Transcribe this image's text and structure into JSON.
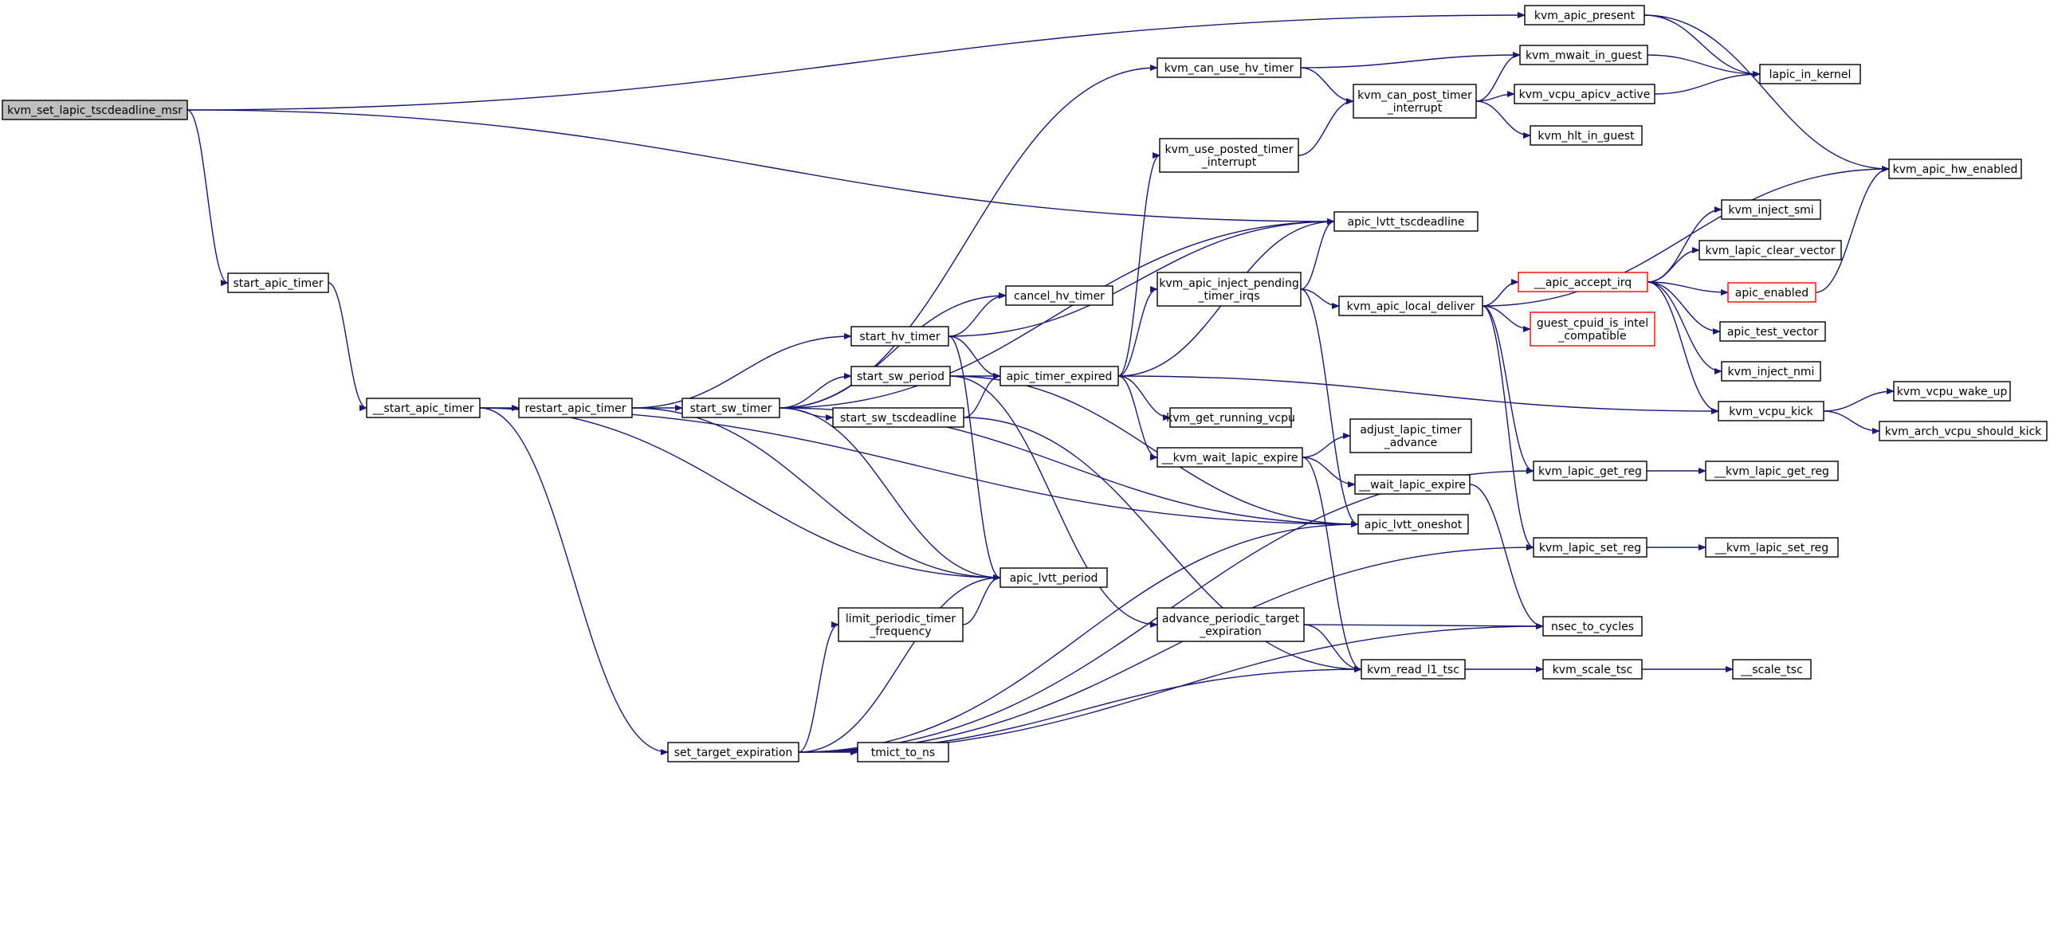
{
  "colors": {
    "edge": "#191970",
    "root_fill": "#bfbfbf",
    "node_border": "#000000",
    "truncated_border": "#ff0000",
    "background": "#ffffff"
  },
  "nodes": [
    {
      "id": "kvm_set_lapic_tscdeadline_msr",
      "lines": [
        "kvm_set_lapic_tscdeadline_msr"
      ],
      "root": true
    },
    {
      "id": "start_apic_timer",
      "lines": [
        "start_apic_timer"
      ]
    },
    {
      "id": "__start_apic_timer",
      "lines": [
        "__start_apic_timer"
      ]
    },
    {
      "id": "restart_apic_timer",
      "lines": [
        "restart_apic_timer"
      ]
    },
    {
      "id": "start_sw_timer",
      "lines": [
        "start_sw_timer"
      ]
    },
    {
      "id": "start_hv_timer",
      "lines": [
        "start_hv_timer"
      ]
    },
    {
      "id": "start_sw_period",
      "lines": [
        "start_sw_period"
      ]
    },
    {
      "id": "start_sw_tscdeadline",
      "lines": [
        "start_sw_tscdeadline"
      ]
    },
    {
      "id": "cancel_hv_timer",
      "lines": [
        "cancel_hv_timer"
      ]
    },
    {
      "id": "apic_timer_expired",
      "lines": [
        "apic_timer_expired"
      ]
    },
    {
      "id": "apic_lvtt_period",
      "lines": [
        "apic_lvtt_period"
      ]
    },
    {
      "id": "limit_periodic_timer_frequency",
      "lines": [
        "limit_periodic_timer",
        "_frequency"
      ]
    },
    {
      "id": "set_target_expiration",
      "lines": [
        "set_target_expiration"
      ]
    },
    {
      "id": "tmict_to_ns",
      "lines": [
        "tmict_to_ns"
      ]
    },
    {
      "id": "kvm_can_use_hv_timer",
      "lines": [
        "kvm_can_use_hv_timer"
      ]
    },
    {
      "id": "kvm_use_posted_timer_interrupt",
      "lines": [
        "kvm_use_posted_timer",
        "_interrupt"
      ]
    },
    {
      "id": "kvm_apic_inject_pending_timer_irqs",
      "lines": [
        "kvm_apic_inject_pending",
        "_timer_irqs"
      ]
    },
    {
      "id": "kvm_get_running_vcpu",
      "lines": [
        "kvm_get_running_vcpu"
      ]
    },
    {
      "id": "__kvm_wait_lapic_expire",
      "lines": [
        "__kvm_wait_lapic_expire"
      ]
    },
    {
      "id": "advance_periodic_target_expiration",
      "lines": [
        "advance_periodic_target",
        "_expiration"
      ]
    },
    {
      "id": "kvm_can_post_timer_interrupt",
      "lines": [
        "kvm_can_post_timer",
        "_interrupt"
      ]
    },
    {
      "id": "apic_lvtt_tscdeadline",
      "lines": [
        "apic_lvtt_tscdeadline"
      ]
    },
    {
      "id": "kvm_apic_local_deliver",
      "lines": [
        "kvm_apic_local_deliver"
      ]
    },
    {
      "id": "adjust_lapic_timer_advance",
      "lines": [
        "adjust_lapic_timer",
        "_advance"
      ]
    },
    {
      "id": "__wait_lapic_expire",
      "lines": [
        "__wait_lapic_expire"
      ]
    },
    {
      "id": "apic_lvtt_oneshot",
      "lines": [
        "apic_lvtt_oneshot"
      ]
    },
    {
      "id": "kvm_read_l1_tsc",
      "lines": [
        "kvm_read_l1_tsc"
      ]
    },
    {
      "id": "kvm_apic_present",
      "lines": [
        "kvm_apic_present"
      ]
    },
    {
      "id": "kvm_mwait_in_guest",
      "lines": [
        "kvm_mwait_in_guest"
      ]
    },
    {
      "id": "kvm_vcpu_apicv_active",
      "lines": [
        "kvm_vcpu_apicv_active"
      ]
    },
    {
      "id": "kvm_hlt_in_guest",
      "lines": [
        "kvm_hlt_in_guest"
      ]
    },
    {
      "id": "__apic_accept_irq",
      "lines": [
        "__apic_accept_irq"
      ],
      "truncated": true
    },
    {
      "id": "guest_cpuid_is_intel_compatible",
      "lines": [
        "guest_cpuid_is_intel",
        "_compatible"
      ],
      "truncated": true
    },
    {
      "id": "kvm_lapic_get_reg",
      "lines": [
        "kvm_lapic_get_reg"
      ]
    },
    {
      "id": "kvm_lapic_set_reg",
      "lines": [
        "kvm_lapic_set_reg"
      ]
    },
    {
      "id": "nsec_to_cycles",
      "lines": [
        "nsec_to_cycles"
      ]
    },
    {
      "id": "kvm_scale_tsc",
      "lines": [
        "kvm_scale_tsc"
      ]
    },
    {
      "id": "__scale_tsc",
      "lines": [
        "__scale_tsc"
      ]
    },
    {
      "id": "lapic_in_kernel",
      "lines": [
        "lapic_in_kernel"
      ]
    },
    {
      "id": "kvm_inject_smi",
      "lines": [
        "kvm_inject_smi"
      ]
    },
    {
      "id": "kvm_lapic_clear_vector",
      "lines": [
        "kvm_lapic_clear_vector"
      ]
    },
    {
      "id": "apic_enabled",
      "lines": [
        "apic_enabled"
      ],
      "truncated": true
    },
    {
      "id": "apic_test_vector",
      "lines": [
        "apic_test_vector"
      ]
    },
    {
      "id": "kvm_inject_nmi",
      "lines": [
        "kvm_inject_nmi"
      ]
    },
    {
      "id": "kvm_vcpu_kick",
      "lines": [
        "kvm_vcpu_kick"
      ]
    },
    {
      "id": "kvm_apic_hw_enabled",
      "lines": [
        "kvm_apic_hw_enabled"
      ]
    },
    {
      "id": "kvm_vcpu_wake_up",
      "lines": [
        "kvm_vcpu_wake_up"
      ]
    },
    {
      "id": "kvm_arch_vcpu_should_kick",
      "lines": [
        "kvm_arch_vcpu_should_kick"
      ]
    },
    {
      "id": "__kvm_lapic_get_reg",
      "lines": [
        "__kvm_lapic_get_reg"
      ]
    },
    {
      "id": "__kvm_lapic_set_reg",
      "lines": [
        "__kvm_lapic_set_reg"
      ]
    }
  ],
  "edges": [
    [
      "kvm_set_lapic_tscdeadline_msr",
      "kvm_apic_present"
    ],
    [
      "kvm_set_lapic_tscdeadline_msr",
      "apic_lvtt_tscdeadline"
    ],
    [
      "kvm_set_lapic_tscdeadline_msr",
      "start_apic_timer"
    ],
    [
      "start_apic_timer",
      "__start_apic_timer"
    ],
    [
      "__start_apic_timer",
      "restart_apic_timer"
    ],
    [
      "__start_apic_timer",
      "apic_lvtt_oneshot"
    ],
    [
      "__start_apic_timer",
      "apic_lvtt_period"
    ],
    [
      "__start_apic_timer",
      "set_target_expiration"
    ],
    [
      "restart_apic_timer",
      "start_hv_timer"
    ],
    [
      "restart_apic_timer",
      "start_sw_timer"
    ],
    [
      "restart_apic_timer",
      "apic_lvtt_period"
    ],
    [
      "start_sw_timer",
      "apic_lvtt_tscdeadline"
    ],
    [
      "start_sw_timer",
      "cancel_hv_timer"
    ],
    [
      "start_sw_timer",
      "kvm_can_use_hv_timer"
    ],
    [
      "start_sw_timer",
      "start_sw_period"
    ],
    [
      "start_sw_timer",
      "start_sw_tscdeadline"
    ],
    [
      "start_sw_timer",
      "apic_lvtt_oneshot"
    ],
    [
      "start_sw_timer",
      "apic_lvtt_period"
    ],
    [
      "start_hv_timer",
      "cancel_hv_timer"
    ],
    [
      "start_hv_timer",
      "apic_lvtt_tscdeadline"
    ],
    [
      "start_hv_timer",
      "apic_timer_expired"
    ],
    [
      "start_hv_timer",
      "apic_lvtt_period"
    ],
    [
      "start_sw_period",
      "apic_timer_expired"
    ],
    [
      "start_sw_period",
      "apic_lvtt_oneshot"
    ],
    [
      "start_sw_period",
      "advance_periodic_target_expiration"
    ],
    [
      "start_sw_tscdeadline",
      "apic_timer_expired"
    ],
    [
      "start_sw_tscdeadline",
      "kvm_read_l1_tsc"
    ],
    [
      "apic_timer_expired",
      "kvm_use_posted_timer_interrupt"
    ],
    [
      "apic_timer_expired",
      "apic_lvtt_tscdeadline"
    ],
    [
      "apic_timer_expired",
      "kvm_apic_inject_pending_timer_irqs"
    ],
    [
      "apic_timer_expired",
      "kvm_get_running_vcpu"
    ],
    [
      "apic_timer_expired",
      "__kvm_wait_lapic_expire"
    ],
    [
      "apic_timer_expired",
      "kvm_vcpu_kick"
    ],
    [
      "limit_periodic_timer_frequency",
      "apic_lvtt_period"
    ],
    [
      "set_target_expiration",
      "limit_periodic_timer_frequency"
    ],
    [
      "set_target_expiration",
      "tmict_to_ns"
    ],
    [
      "set_target_expiration",
      "apic_lvtt_oneshot"
    ],
    [
      "set_target_expiration",
      "apic_lvtt_period"
    ],
    [
      "set_target_expiration",
      "kvm_read_l1_tsc"
    ],
    [
      "set_target_expiration",
      "nsec_to_cycles"
    ],
    [
      "set_target_expiration",
      "kvm_lapic_get_reg"
    ],
    [
      "set_target_expiration",
      "kvm_lapic_set_reg"
    ],
    [
      "kvm_can_use_hv_timer",
      "kvm_mwait_in_guest"
    ],
    [
      "kvm_can_use_hv_timer",
      "kvm_can_post_timer_interrupt"
    ],
    [
      "kvm_use_posted_timer_interrupt",
      "kvm_can_post_timer_interrupt"
    ],
    [
      "kvm_can_post_timer_interrupt",
      "kvm_mwait_in_guest"
    ],
    [
      "kvm_can_post_timer_interrupt",
      "kvm_vcpu_apicv_active"
    ],
    [
      "kvm_can_post_timer_interrupt",
      "kvm_hlt_in_guest"
    ],
    [
      "kvm_apic_inject_pending_timer_irqs",
      "apic_lvtt_tscdeadline"
    ],
    [
      "kvm_apic_inject_pending_timer_irqs",
      "kvm_apic_local_deliver"
    ],
    [
      "kvm_apic_inject_pending_timer_irqs",
      "apic_lvtt_oneshot"
    ],
    [
      "__kvm_wait_lapic_expire",
      "adjust_lapic_timer_advance"
    ],
    [
      "__kvm_wait_lapic_expire",
      "__wait_lapic_expire"
    ],
    [
      "__kvm_wait_lapic_expire",
      "kvm_read_l1_tsc"
    ],
    [
      "advance_periodic_target_expiration",
      "nsec_to_cycles"
    ],
    [
      "advance_periodic_target_expiration",
      "kvm_read_l1_tsc"
    ],
    [
      "kvm_apic_local_deliver",
      "kvm_apic_hw_enabled"
    ],
    [
      "kvm_apic_local_deliver",
      "__apic_accept_irq"
    ],
    [
      "kvm_apic_local_deliver",
      "guest_cpuid_is_intel_compatible"
    ],
    [
      "kvm_apic_local_deliver",
      "kvm_lapic_get_reg"
    ],
    [
      "kvm_apic_local_deliver",
      "kvm_lapic_set_reg"
    ],
    [
      "__wait_lapic_expire",
      "nsec_to_cycles"
    ],
    [
      "kvm_read_l1_tsc",
      "kvm_scale_tsc"
    ],
    [
      "kvm_apic_present",
      "lapic_in_kernel"
    ],
    [
      "kvm_apic_present",
      "kvm_apic_hw_enabled"
    ],
    [
      "kvm_mwait_in_guest",
      "lapic_in_kernel"
    ],
    [
      "kvm_vcpu_apicv_active",
      "lapic_in_kernel"
    ],
    [
      "__apic_accept_irq",
      "kvm_inject_smi"
    ],
    [
      "__apic_accept_irq",
      "kvm_lapic_clear_vector"
    ],
    [
      "__apic_accept_irq",
      "apic_enabled"
    ],
    [
      "__apic_accept_irq",
      "apic_test_vector"
    ],
    [
      "__apic_accept_irq",
      "kvm_inject_nmi"
    ],
    [
      "__apic_accept_irq",
      "kvm_vcpu_kick"
    ],
    [
      "apic_enabled",
      "kvm_apic_hw_enabled"
    ],
    [
      "kvm_vcpu_kick",
      "kvm_vcpu_wake_up"
    ],
    [
      "kvm_vcpu_kick",
      "kvm_arch_vcpu_should_kick"
    ],
    [
      "kvm_lapic_get_reg",
      "__kvm_lapic_get_reg"
    ],
    [
      "kvm_lapic_set_reg",
      "__kvm_lapic_set_reg"
    ],
    [
      "kvm_scale_tsc",
      "__scale_tsc"
    ]
  ]
}
